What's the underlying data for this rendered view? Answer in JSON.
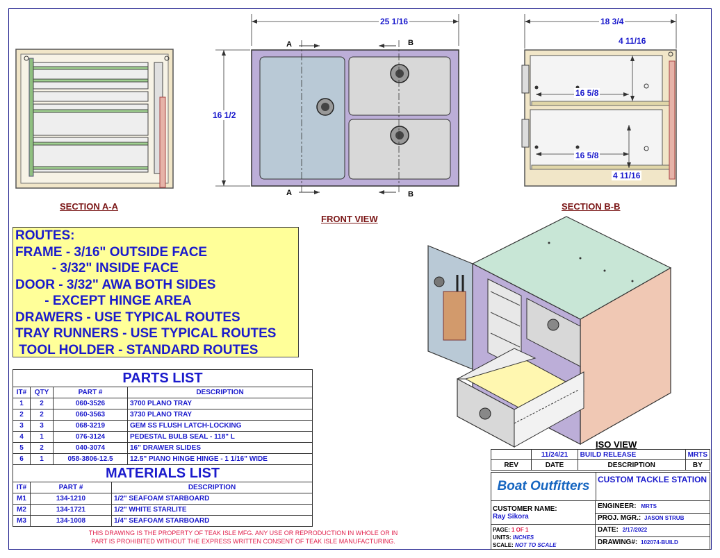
{
  "dimensions": {
    "front_width": "25 1/16",
    "front_height": "16 1/2",
    "side_width": "18 3/4",
    "drawer_depth_top": "16 5/8",
    "drawer_depth_bottom": "16 5/8",
    "drawer_height_top": "4 11/16",
    "drawer_height_bottom": "4 11/16"
  },
  "section_markers": {
    "a": "A",
    "b": "B"
  },
  "view_titles": {
    "section_a": "SECTION A-A",
    "front": "FRONT VIEW",
    "section_b": "SECTION B-B",
    "iso": "ISO VIEW"
  },
  "routes": [
    "ROUTES:",
    "FRAME - 3/16\" OUTSIDE FACE",
    "          - 3/32\" INSIDE FACE",
    "DOOR - 3/32\" AWA BOTH SIDES",
    "        - EXCEPT HINGE AREA",
    "DRAWERS - USE TYPICAL ROUTES",
    "TRAY RUNNERS - USE TYPICAL ROUTES",
    " TOOL HOLDER - STANDARD ROUTES"
  ],
  "parts_list": {
    "title": "PARTS LIST",
    "headers": [
      "IT#",
      "QTY",
      "PART #",
      "DESCRIPTION"
    ],
    "rows": [
      [
        "1",
        "2",
        "060-3526",
        "3700 PLANO TRAY"
      ],
      [
        "2",
        "2",
        "060-3563",
        "3730 PLANO TRAY"
      ],
      [
        "3",
        "3",
        "068-3219",
        "GEM SS FLUSH LATCH-LOCKING"
      ],
      [
        "4",
        "1",
        "076-3124",
        "PEDESTAL BULB SEAL - 118\" L"
      ],
      [
        "5",
        "2",
        "040-3074",
        "16\" DRAWER SLIDES"
      ],
      [
        "6",
        "1",
        "058-3806-12.5",
        "12.5\" PIANO HINGE HINGE - 1 1/16\" WIDE"
      ]
    ]
  },
  "materials_list": {
    "title": "MATERIALS LIST",
    "headers": [
      "IT#",
      "PART #",
      "DESCRIPTION"
    ],
    "rows": [
      [
        "M1",
        "134-1210",
        "1/2\" SEAFOAM STARBOARD"
      ],
      [
        "M2",
        "134-1721",
        "1/2\" WHITE STARLITE"
      ],
      [
        "M3",
        "134-1008",
        "1/4\" SEAFOAM STARBOARD"
      ]
    ]
  },
  "disclaimer": [
    "THIS DRAWING IS THE PROPERTY OF TEAK ISLE MFG.  ANY USE OR REPRODUCTION IN WHOLE OR IN",
    "PART IS PROHIBITED WITHOUT THE EXPRESS WRITTEN CONSENT OF TEAK ISLE MANUFACTURING."
  ],
  "revision": {
    "row": {
      "date": "11/24/21",
      "description": "BUILD RELEASE",
      "by": "MRTS"
    },
    "headers": {
      "rev": "REV",
      "date": "DATE",
      "description": "DESCRIPTION",
      "by": "BY"
    }
  },
  "title_block": {
    "logo_text": "Boat Outfitters",
    "project_title": "CUSTOM TACKLE STATION",
    "customer_label": "CUSTOMER NAME:",
    "customer_name": "Ray Sikora",
    "engineer_label": "ENGINEER:",
    "engineer": "MRTS",
    "proj_mgr_label": "PROJ. MGR.:",
    "proj_mgr": "JASON STRUB",
    "page_label": "PAGE:",
    "page": "1 OF 1",
    "units_label": "UNITS:",
    "units": "INCHES",
    "scale_label": "SCALE:",
    "scale": "NOT TO SCALE",
    "date_label": "DATE:",
    "date": "2/17/2022",
    "drawing_label": "DRAWING#:",
    "drawing": "102074-BUILD"
  },
  "colors": {
    "line_blue": "#1a1acc",
    "frame_purple": "#bcaed8",
    "panel_blue": "#b9c9d6",
    "panel_gray": "#d8d8d8",
    "section_tan": "#f1e6c8",
    "iso_green": "#c8e6d6",
    "iso_peach": "#f0c8b4",
    "routes_yellow": "#ffff99",
    "warning_red": "#e0204c"
  }
}
